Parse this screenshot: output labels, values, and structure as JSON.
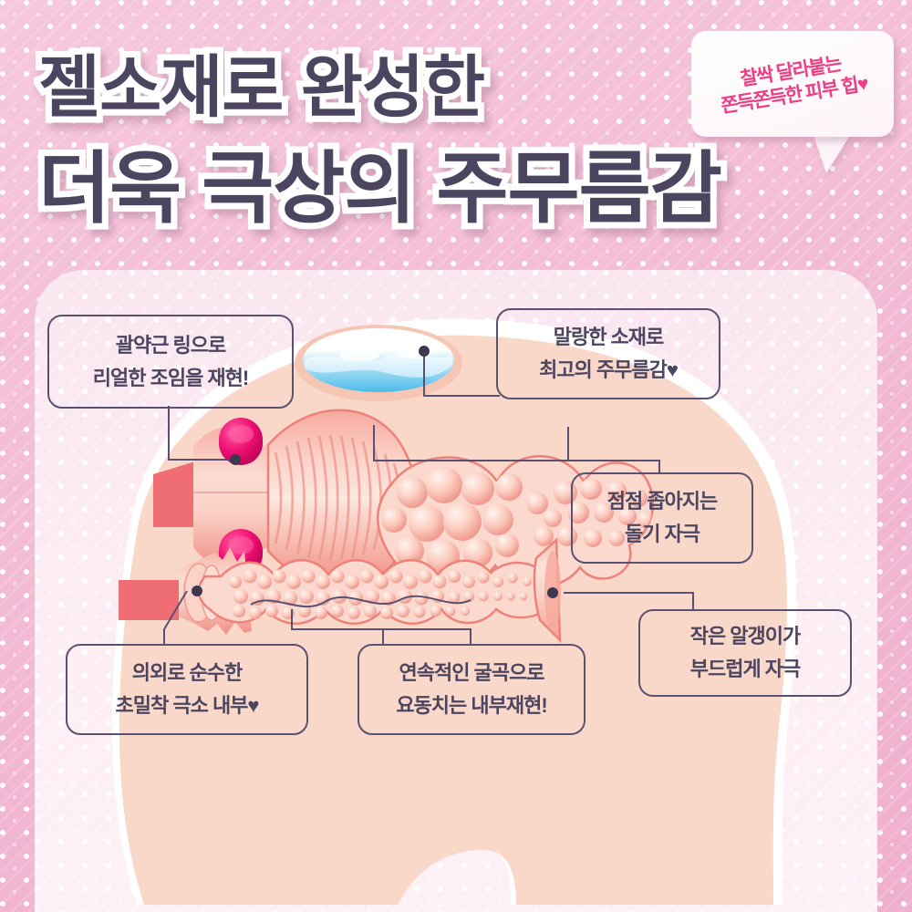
{
  "page": {
    "language": "ko",
    "kind": "product-feature-infographic"
  },
  "colors": {
    "bg_outer_pink": "#f2b9d3",
    "bg_panel_light": "#fae6ef",
    "blob_peach": "#f8d6c8",
    "title_fill": "#4b4560",
    "title_outline": "#ffffff",
    "callout_border": "#5a5170",
    "callout_text": "#4b4560",
    "bubble_text_pink": "#ec3f85",
    "ring_magenta": "#ea0b69",
    "product_coral": "#ef6e74",
    "water_blue": "#63c6ec"
  },
  "title": {
    "line1": "젤소재로 완성한",
    "line2": "더욱 극상의 주무름감"
  },
  "bubble": {
    "line1": "찰싹 달라붙는",
    "line2": "쫀득쫀득한 피부 힙♥"
  },
  "callouts": [
    {
      "id": "sphincter-ring",
      "line1": "괄약근 링으로",
      "line2": "리얼한 조임을 재현!"
    },
    {
      "id": "soft-material",
      "line1": "말랑한 소재로",
      "line2": "최고의 주무름감♥"
    },
    {
      "id": "narrowing-nubs",
      "line1": "점점 좁아지는",
      "line2": "돌기 자극"
    },
    {
      "id": "small-grains",
      "line1": "작은 알갱이가",
      "line2": "부드럽게 자극"
    },
    {
      "id": "tight-interior",
      "line1": "의외로 순수한",
      "line2": "초밀착 극소 내부♥"
    },
    {
      "id": "continuous-curves",
      "line1": "연속적인 굴곡으로",
      "line2": "요동치는 내부재현!"
    }
  ],
  "illustration": {
    "water_pool": "gel-water-pool",
    "upper_section": "ribbed-bulb-cross-section",
    "lower_section": "wavy-beaded-channel-cross-section",
    "ring_top": "sphincter-ring-top",
    "ring_bottom": "sphincter-ring-bottom"
  }
}
